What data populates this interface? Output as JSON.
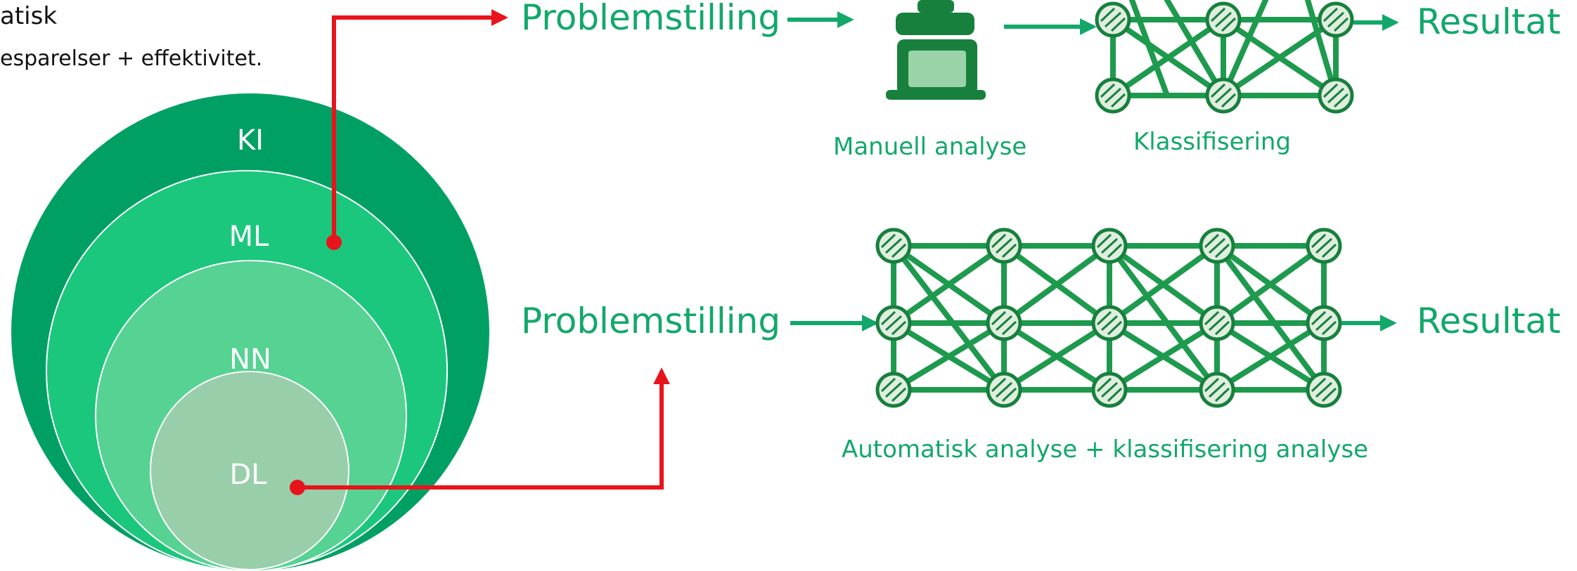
{
  "intro": {
    "line1": "atisk",
    "line2": "esparelser + effektivitet."
  },
  "circles": {
    "ki": "KI",
    "ml": "ML",
    "nn": "NN",
    "dl": "DL"
  },
  "flow_top": {
    "input": "Problemstilling",
    "output": "Resultat",
    "caption_left": "Manuell analyse",
    "caption_right": "Klassifisering"
  },
  "flow_bottom": {
    "input": "Problemstilling",
    "output": "Resultat",
    "caption": "Automatisk analyse + klassifisering analyse"
  },
  "colors": {
    "ki": "#00a064",
    "ml": "#1bc77c",
    "nn": "#56d293",
    "dl": "#98cfaa",
    "connector": "#e8141b",
    "text_green": "#12a86a"
  },
  "icons": {
    "person": "person-at-computer-icon",
    "network": "neural-network-icon"
  }
}
